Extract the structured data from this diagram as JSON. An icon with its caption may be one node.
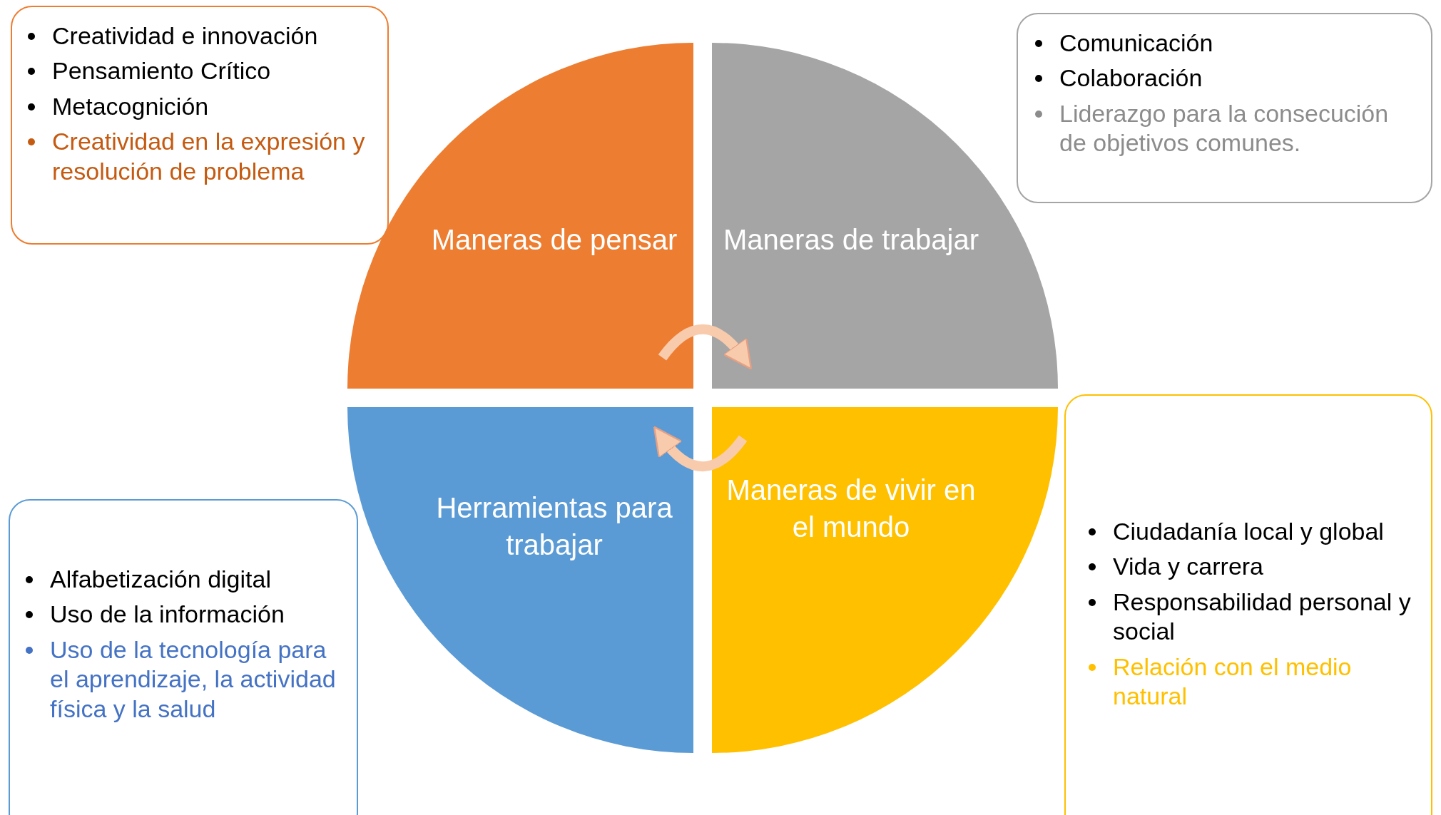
{
  "diagram": {
    "nodes": [
      {
        "text": [
          "Maneras de pensar"
        ]
      },
      {
        "text": [
          "Maneras de trabajar"
        ]
      },
      {
        "text": [
          "Herramientas para trabajar"
        ]
      },
      {
        "text": [
          "Maneras de vivir en el mundo"
        ]
      },
      {
        "text": [
          "Creatividad e innovación",
          "Pensamiento Crítico",
          "Metacognición",
          "Creatividad en la expresión y resolución de problema"
        ]
      },
      {
        "text": [
          "Comunicación",
          "Colaboración",
          "Liderazgo para la consecución de objetivos comunes."
        ]
      },
      {
        "text": [
          "Alfabetización digital",
          "Uso de la información",
          "Uso de la tecnología para el aprendizaje, la actividad física y la salud"
        ]
      },
      {
        "text": [
          "Ciudadanía local y global",
          "Vida y carrera",
          "Responsabilidad personal y social",
          "Relación con el medio natural"
        ]
      }
    ],
    "edges": [
      {
        "from": 0,
        "to": 1,
        "arrow": "to"
      },
      {
        "from": 3,
        "to": 2,
        "arrow": "to"
      }
    ]
  }
}
